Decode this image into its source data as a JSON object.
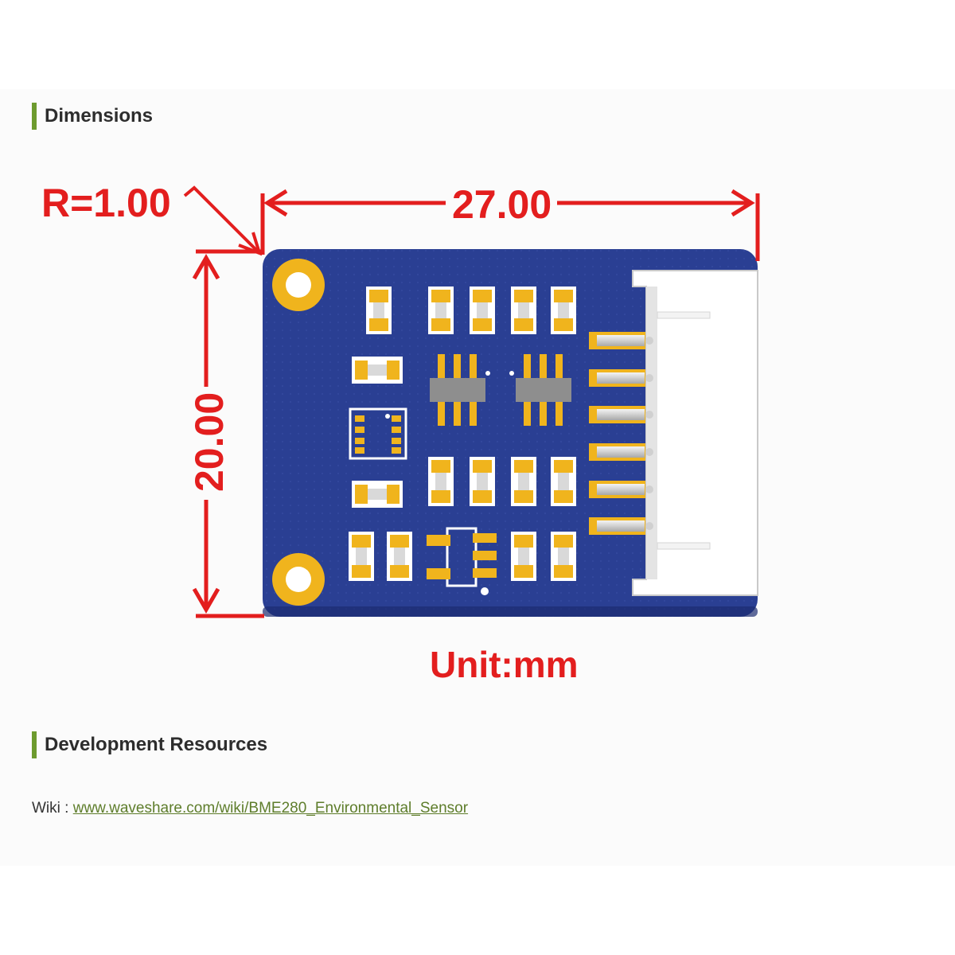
{
  "headings": {
    "dimensions": "Dimensions",
    "development": "Development Resources"
  },
  "diagram": {
    "radius_label": "R=1.00",
    "width_label": "27.00",
    "height_label": "20.00",
    "unit_label": "Unit:mm"
  },
  "wiki": {
    "label": "Wiki : ",
    "link_text": "www.waveshare.com/wiki/BME280_Environmental_Sensor"
  },
  "colors": {
    "accent_bar": "#6d9b2e",
    "dimension_red": "#e31e1e",
    "pcb_blue": "#2a3f93",
    "pad_gold": "#f0b41d"
  }
}
